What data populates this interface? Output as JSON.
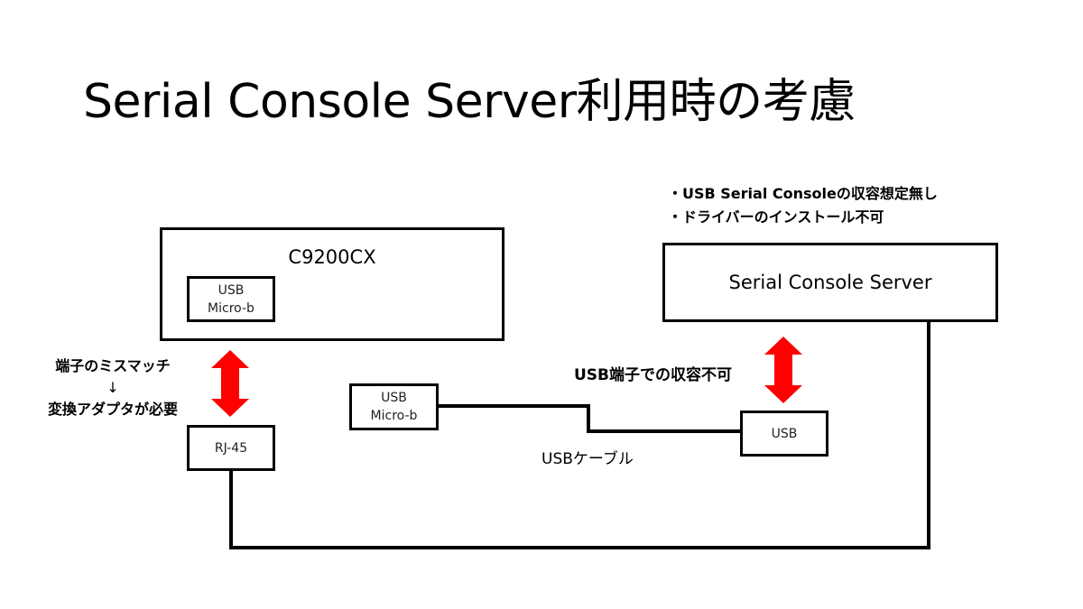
{
  "title": "Serial Console Server利用時の考慮",
  "device": {
    "name": "C9200CX",
    "port_line1": "USB",
    "port_line2": "Micro-b"
  },
  "rj45_label": "RJ-45",
  "mismatch_note": {
    "line1": "端子のミスマッチ",
    "arrow": "↓",
    "line2": "変換アダプタが必要"
  },
  "cable_end": {
    "line1": "USB",
    "line2": "Micro-b"
  },
  "cable_label": "USBケーブル",
  "server_usb_label": "USB",
  "usb_note": "USB端子での収容不可",
  "server": {
    "name": "Serial Console Server",
    "notes": [
      "・USB Serial Consoleの収容想定無し",
      "・ドライバーのインストール不可"
    ]
  },
  "colors": {
    "arrow": "#ff0000",
    "line": "#000000"
  }
}
